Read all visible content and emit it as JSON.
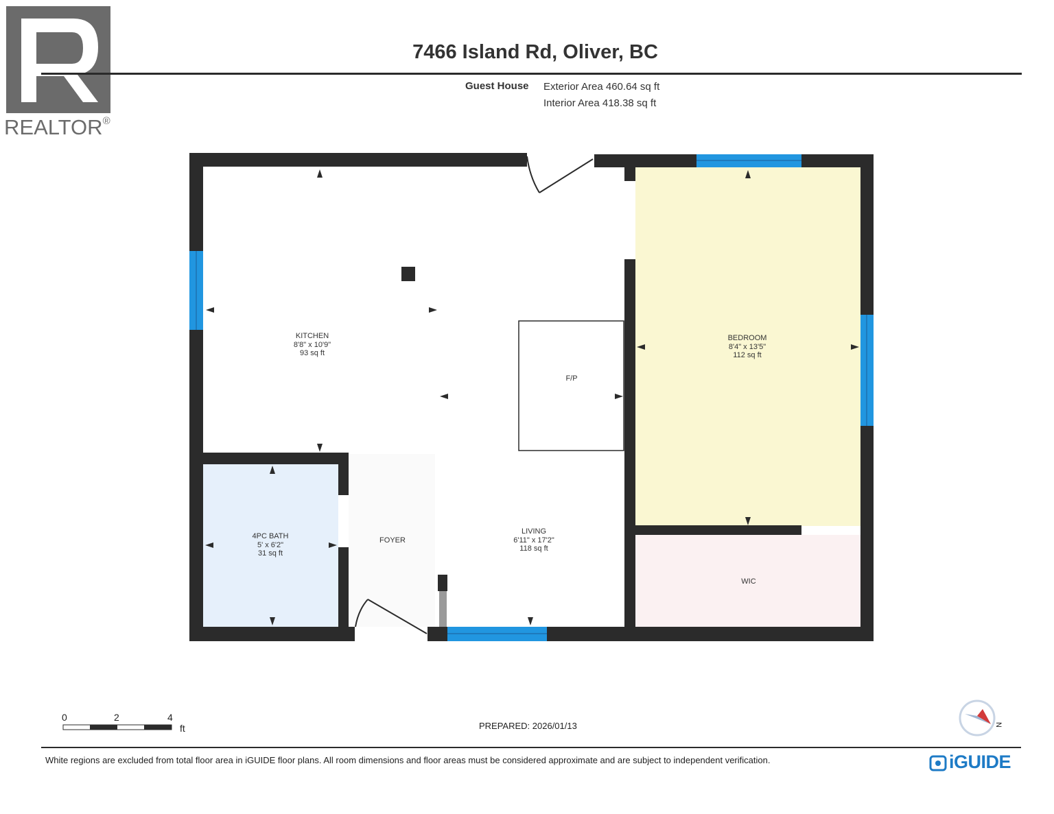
{
  "logo": {
    "text": "REALTOR",
    "reg": "®"
  },
  "header": {
    "address": "7466 Island Rd, Oliver, BC",
    "building": "Guest House",
    "exterior_area": "Exterior Area 460.64 sq ft",
    "interior_area": "Interior Area 418.38 sq ft"
  },
  "rooms": {
    "kitchen": {
      "name": "KITCHEN",
      "dims": "8'8\" x 10'9\"",
      "area": "93 sq ft"
    },
    "bedroom": {
      "name": "BEDROOM",
      "dims": "8'4\" x 13'5\"",
      "area": "112 sq ft"
    },
    "bath": {
      "name": "4PC BATH",
      "dims": "5' x 6'2\"",
      "area": "31 sq ft"
    },
    "living": {
      "name": "LIVING",
      "dims": "6'11\" x 17'2\"",
      "area": "118 sq ft"
    },
    "foyer": {
      "name": "FOYER"
    },
    "fireplace": {
      "name": "F/P"
    },
    "wic": {
      "name": "WIC"
    }
  },
  "scale": {
    "ticks": [
      "0",
      "2",
      "4"
    ],
    "unit": "ft"
  },
  "compass": {
    "label": "N"
  },
  "prepared": "PREPARED: 2026/01/13",
  "footer": {
    "disclaimer": "White regions are excluded from total floor area in iGUIDE floor plans. All room dimensions and floor areas must be considered approximate and are subject to independent verification.",
    "brand": "iGUIDE"
  },
  "colors": {
    "wall": "#2b2b2b",
    "window": "#2196e0",
    "bedroom_fill": "#faf7d2",
    "bath_fill": "#e6f0fb",
    "wic_fill": "#fbf1f2",
    "brand": "#1e7bc6"
  }
}
